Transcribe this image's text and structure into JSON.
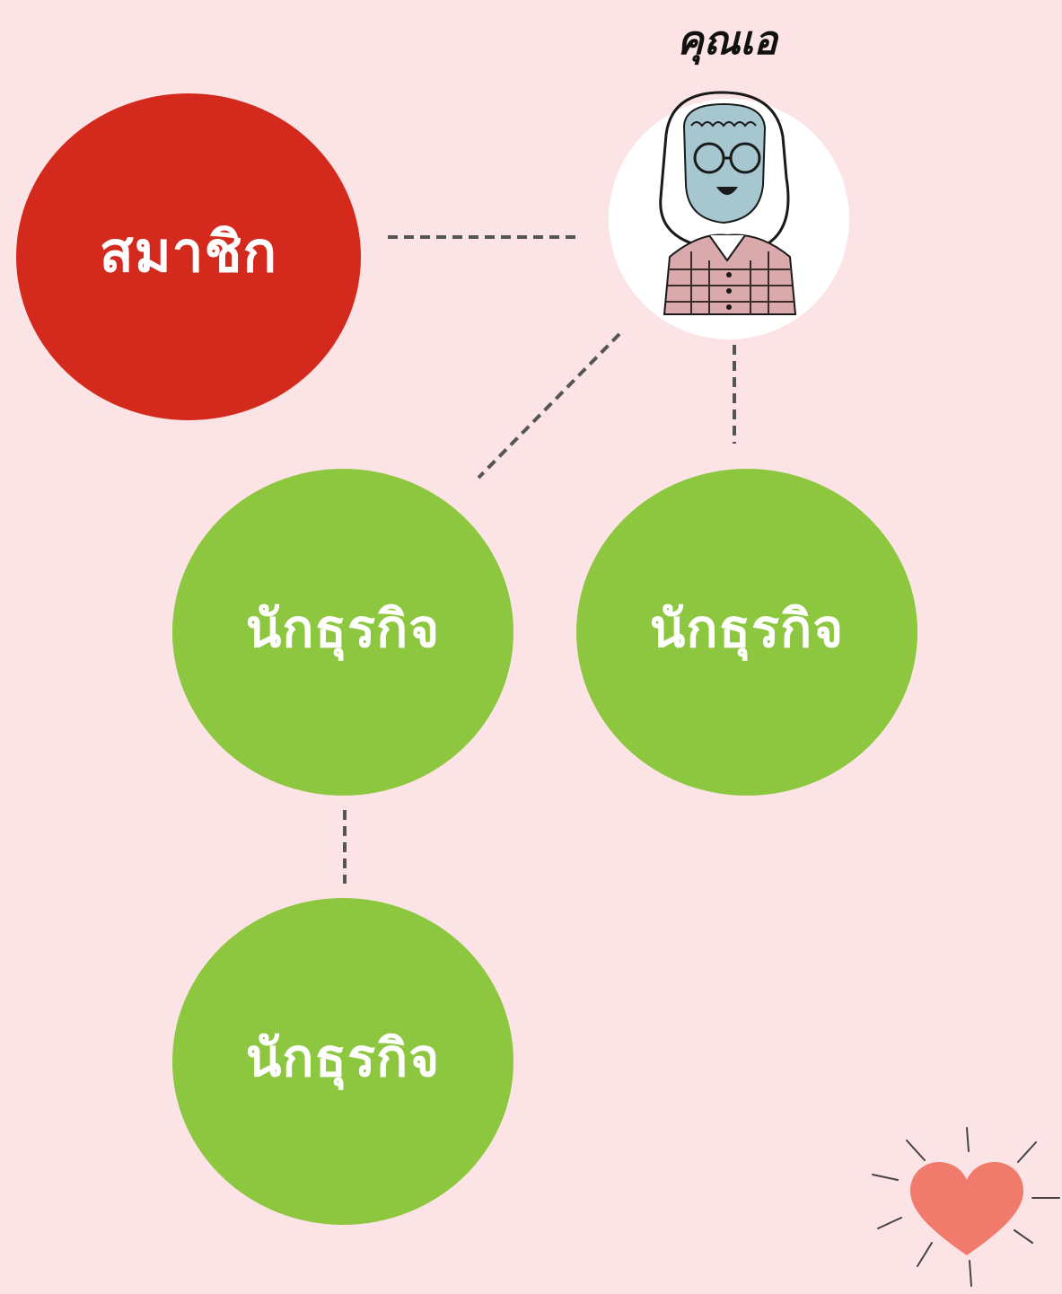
{
  "person": {
    "label": "คุณเอ",
    "avatar_icon": "woman-with-glasses-icon"
  },
  "member_node": {
    "label": "สมาชิก",
    "color": "#d42a1e"
  },
  "business_nodes": [
    {
      "label": "นักธุรกิจ"
    },
    {
      "label": "นักธุรกิจ"
    },
    {
      "label": "นักธุรกิจ"
    }
  ],
  "colors": {
    "background": "#fce4e6",
    "business": "#8dc63f",
    "connector": "#555555",
    "heart": "#f07a6c"
  },
  "decoration": {
    "heart_icon": "shining-heart-icon"
  }
}
